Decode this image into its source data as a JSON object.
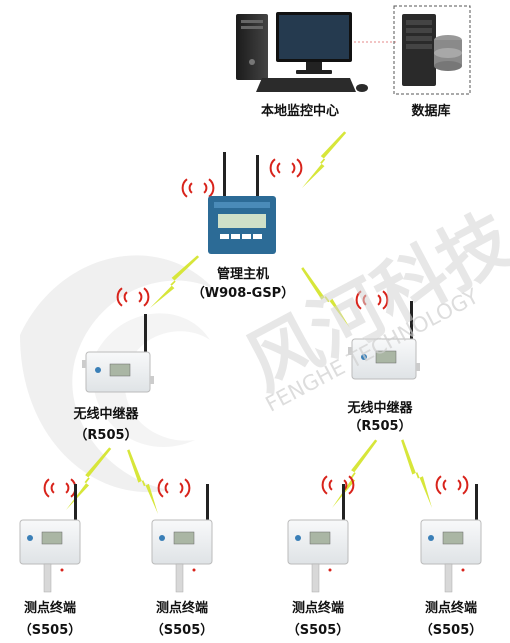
{
  "center": {
    "label": "本地监控中心"
  },
  "database": {
    "label": "数据库"
  },
  "host": {
    "name": "管理主机",
    "model": "（W908-GSP）"
  },
  "repeaters": [
    {
      "name": "无线中继器",
      "model": "（R505）"
    },
    {
      "name": "无线中继器",
      "model": "（R505）"
    }
  ],
  "terminals": [
    {
      "name": "测点终端",
      "model": "（S505）"
    },
    {
      "name": "测点终端",
      "model": "（S505）"
    },
    {
      "name": "测点终端",
      "model": "（S505）"
    },
    {
      "name": "测点终端",
      "model": "（S505）"
    }
  ],
  "watermark": {
    "brand_cn": "风河科技",
    "brand_en": "FENGHE TECHNOLOGY"
  },
  "colors": {
    "bolt": "#d7e63a",
    "signal": "#d8231b",
    "device": "#eef1f3",
    "watermark": "#dcdcdc"
  }
}
